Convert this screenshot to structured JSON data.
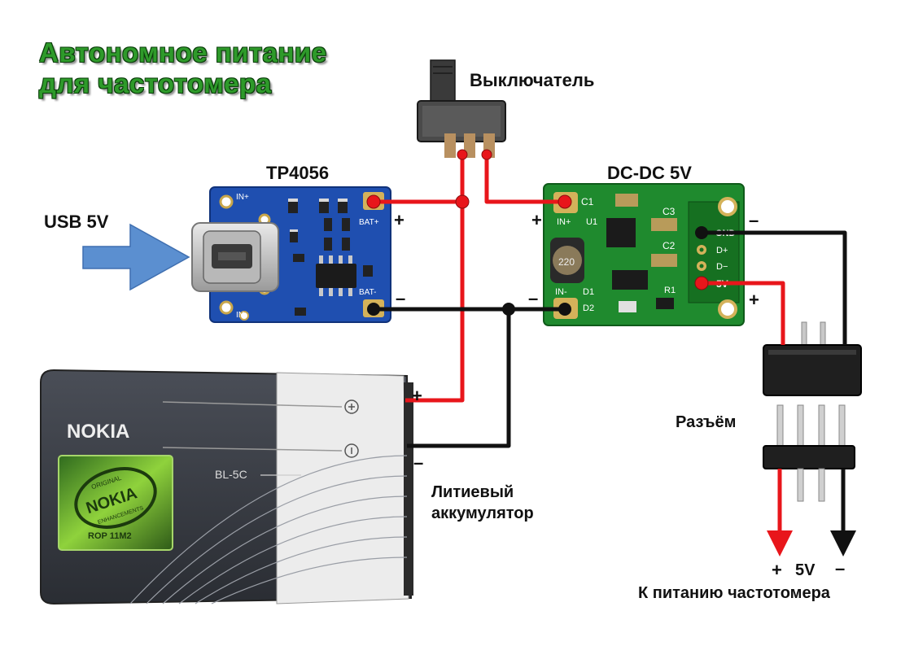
{
  "title": {
    "line1": "Автономное питание",
    "line2": "для частотомера"
  },
  "labels": {
    "switch": "Выключатель",
    "charger": "TP4056",
    "converter": "DC-DC 5V",
    "usb": "USB 5V",
    "connector": "Разъём",
    "battery_line1": "Литиевый",
    "battery_line2": "аккумулятор",
    "output_voltage": "5V",
    "output_target": "К питанию частотомера"
  },
  "polarity": {
    "plus": "+",
    "minus": "–"
  },
  "charger_board": {
    "in_plus": "IN+",
    "in_minus": "IN-",
    "bat_plus": "BAT+",
    "bat_minus": "BAT-"
  },
  "converter_board": {
    "c1": "C1",
    "c2": "C2",
    "c3": "C3",
    "in_plus": "IN+",
    "in_minus": "IN-",
    "u1": "U1",
    "d1": "D1",
    "d2": "D2",
    "r1": "R1",
    "gnd": "GND",
    "d_plus": "D+",
    "d_minus": "D−",
    "out_5v": "5V",
    "inductor": "220"
  },
  "battery": {
    "brand": "NOKIA",
    "model": "BL-5C",
    "hologram_top": "ORIGINAL",
    "hologram_brand": "NOKIA",
    "hologram_bottom": "ENHANCEMENTS",
    "hologram_code": "ROP 11M2"
  },
  "colors": {
    "positive_wire": "#e8161b",
    "negative_wire": "#111111",
    "usb_arrow": "#5b8fd0",
    "charger_pcb": "#1f4fb0",
    "converter_pcb": "#1f8a2e",
    "title_green": "#2e9a2a"
  }
}
